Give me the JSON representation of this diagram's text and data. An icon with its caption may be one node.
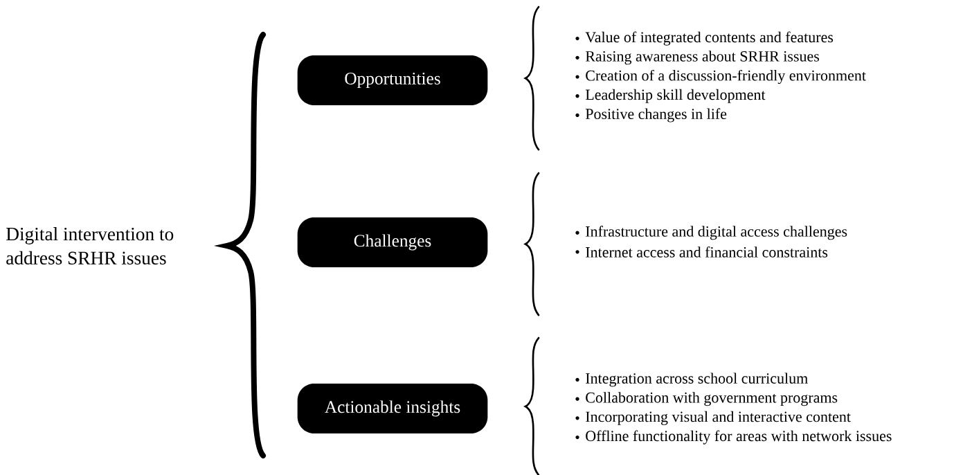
{
  "diagram": {
    "nodes": [
      {
        "text": [
          "Opportunities"
        ],
        "beside": [
          "Value of integrated contents and features",
          "Raising awareness about SRHR issues",
          "Creation of a discussion-friendly environment",
          "Leadership skill development",
          "Positive changes in life"
        ]
      },
      {
        "text": [
          "Challenges"
        ],
        "beside": [
          "Infrastructure and digital access challenges",
          "Internet access and financial constraints"
        ]
      },
      {
        "text": [
          "Actionable insights"
        ],
        "beside": [
          "Integration across school curriculum",
          "Collaboration with government programs",
          "Incorporating visual and interactive content",
          "Offline functionality for areas with network issues"
        ]
      }
    ],
    "labels": [
      "Digital intervention to address SRHR issues"
    ]
  }
}
